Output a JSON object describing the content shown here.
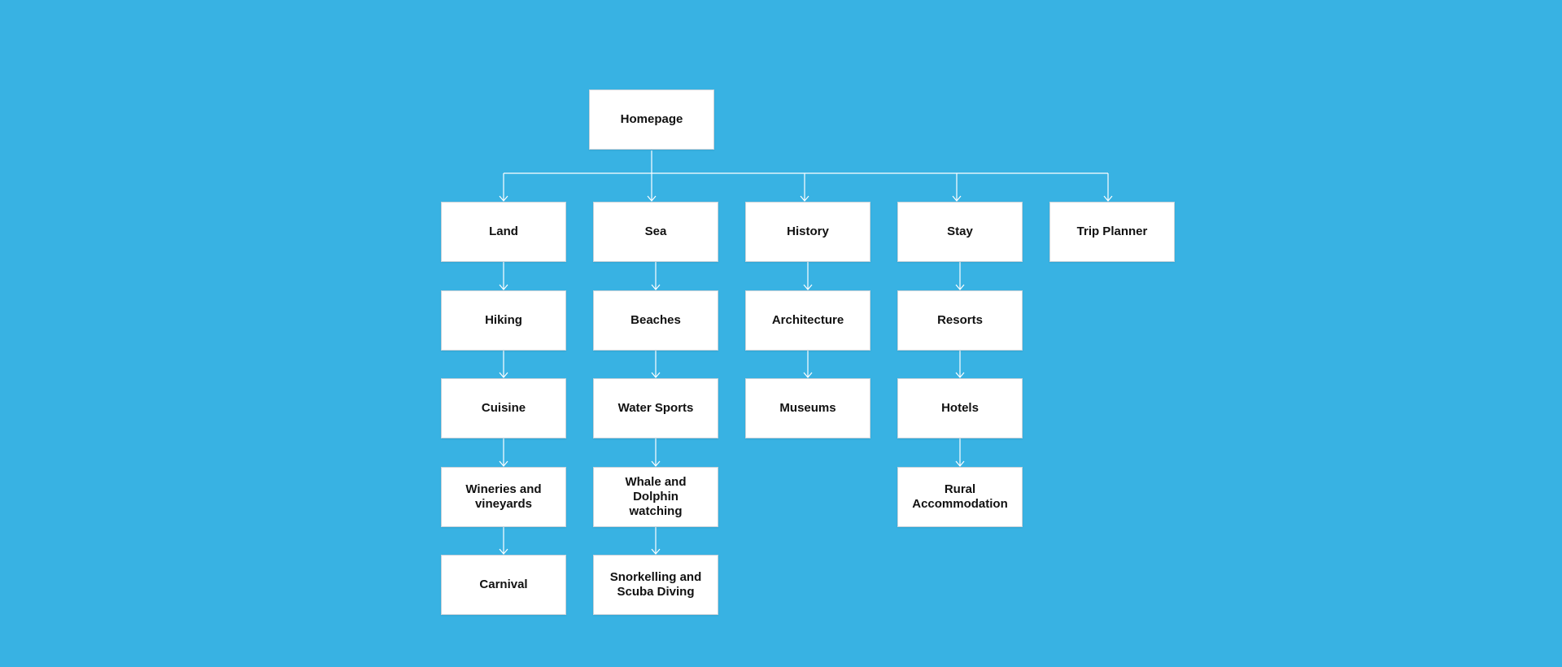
{
  "colors": {
    "background": "#38b2e3",
    "node_fill": "#ffffff",
    "connector": "#ffffff",
    "text": "#111111"
  },
  "diagram": {
    "root": {
      "label": "Homepage"
    },
    "columns": [
      {
        "label": "Land",
        "children": [
          "Hiking",
          "Cuisine",
          "Wineries and vineyards",
          "Carnival"
        ]
      },
      {
        "label": "Sea",
        "children": [
          "Beaches",
          "Water Sports",
          "Whale and Dolphin watching",
          "Snorkelling and Scuba Diving"
        ]
      },
      {
        "label": "History",
        "children": [
          "Architecture",
          "Museums"
        ]
      },
      {
        "label": "Stay",
        "children": [
          "Resorts",
          "Hotels",
          "Rural Accommodation"
        ]
      },
      {
        "label": "Trip Planner",
        "children": []
      }
    ]
  }
}
